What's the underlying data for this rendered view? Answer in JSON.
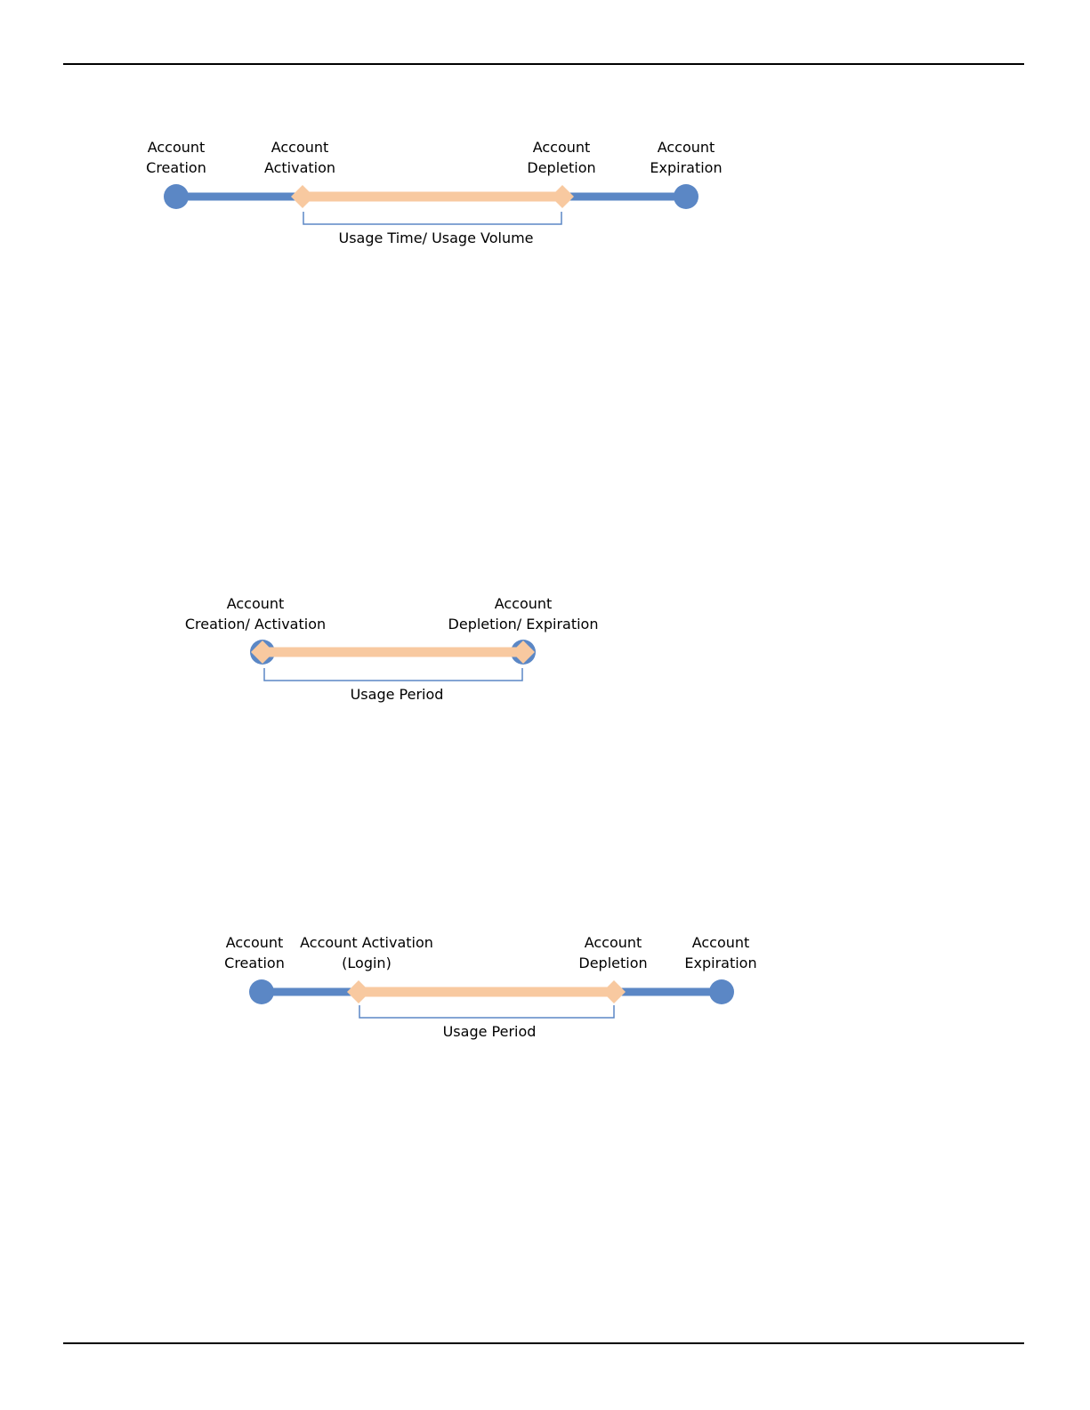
{
  "diagrams": [
    {
      "labels": {
        "creation": [
          "Account",
          "Creation"
        ],
        "activation": [
          "Account",
          "Activation"
        ],
        "depletion": [
          "Account",
          "Depletion"
        ],
        "expiration": [
          "Account",
          "Expiration"
        ]
      },
      "bracket_label": "Usage Time/ Usage Volume"
    },
    {
      "labels": {
        "creation_activation": [
          "Account",
          "Creation/ Activation"
        ],
        "depletion_expiration": [
          "Account",
          "Depletion/ Expiration"
        ]
      },
      "bracket_label": "Usage Period"
    },
    {
      "labels": {
        "creation": [
          "Account",
          "Creation"
        ],
        "activation": [
          "Account Activation",
          "(Login)"
        ],
        "depletion": [
          "Account",
          "Depletion"
        ],
        "expiration": [
          "Account",
          "Expiration"
        ]
      },
      "bracket_label": "Usage  Period"
    }
  ],
  "colors": {
    "account_line": "#5b87c5",
    "usage_line": "#f8c9a0",
    "bracket": "#5b87c5"
  }
}
